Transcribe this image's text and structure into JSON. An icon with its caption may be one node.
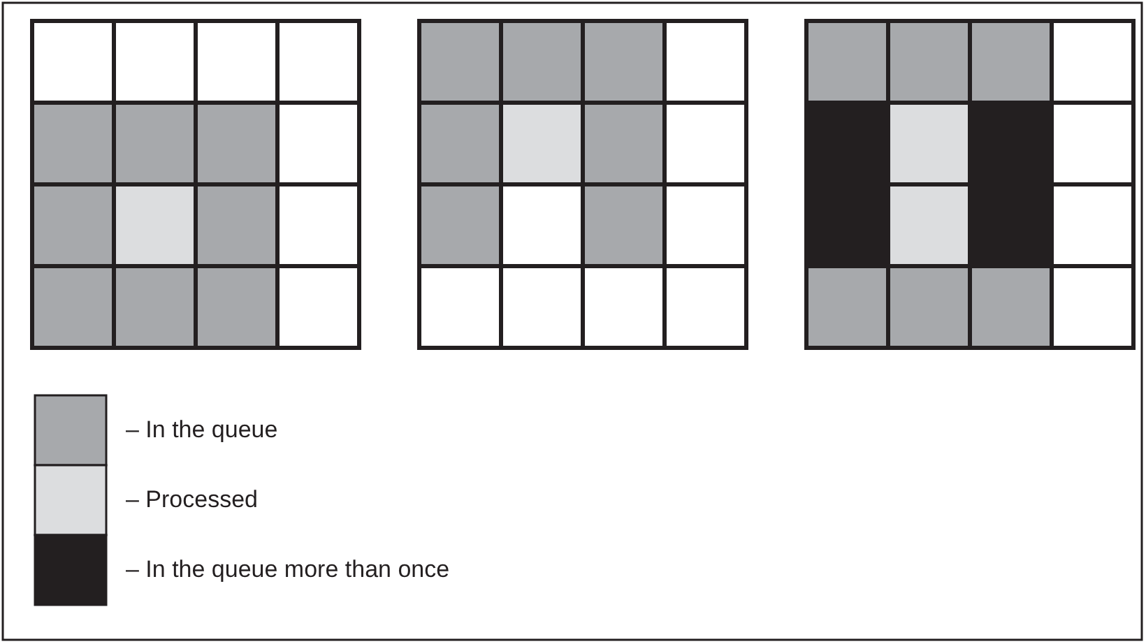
{
  "diagram": {
    "legend": [
      {
        "text": "– In the queue",
        "color": "#a7a9ac"
      },
      {
        "text": "– Processed",
        "color": "#dcdddf"
      },
      {
        "text": "– In the queue more than once",
        "color": "#231f20"
      }
    ]
  }
}
